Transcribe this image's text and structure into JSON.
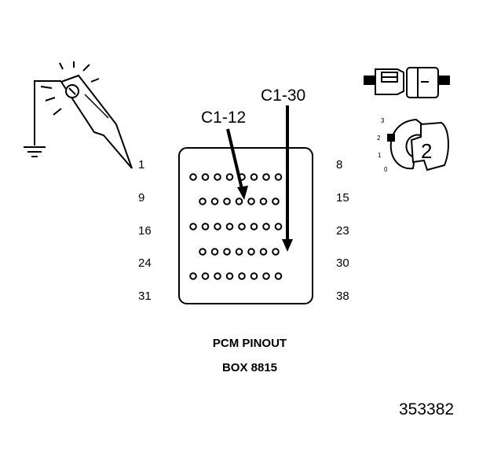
{
  "callouts": {
    "left": "C1-12",
    "right": "C1-30"
  },
  "row_labels_left": [
    "1",
    "9",
    "16",
    "24",
    "31"
  ],
  "row_labels_right": [
    "8",
    "15",
    "23",
    "30",
    "38"
  ],
  "caption": {
    "line1": "PCM PINOUT",
    "line2": "BOX 8815"
  },
  "figure_number": "353382",
  "selector": {
    "scale": [
      "3",
      "2",
      "1",
      "0"
    ],
    "setting": "2"
  },
  "icons": [
    "test-light-icon",
    "ground-symbol-icon",
    "connector-plug-icon",
    "selector-switch-icon"
  ]
}
